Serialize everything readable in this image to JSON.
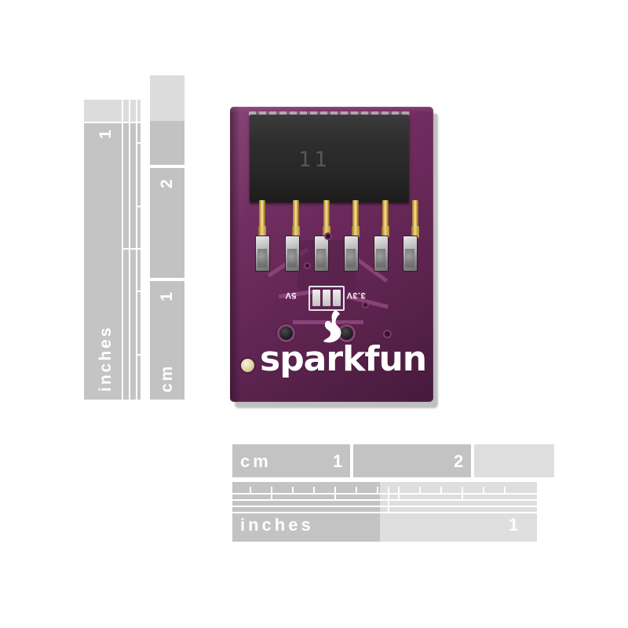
{
  "scene": {
    "background_color": "#ffffff",
    "subject": "SparkFun purple PCB breakout board photographed on white background with scale rulers"
  },
  "vertical_ruler": {
    "name": "vertical-scale-ruler",
    "orientation": "vertical",
    "colors": {
      "light": "#dcdcdc",
      "mid": "#c4c4c4",
      "tick": "#ffffff"
    },
    "inches_scale": {
      "unit_label": "inches",
      "marks": [
        "1"
      ]
    },
    "cm_scale": {
      "unit_label": "cm",
      "marks": [
        "1",
        "2"
      ]
    }
  },
  "horizontal_ruler": {
    "name": "horizontal-scale-ruler",
    "orientation": "horizontal",
    "colors": {
      "light": "#dedede",
      "mid": "#c3c3c3",
      "tick": "#ffffff"
    },
    "cm_scale": {
      "unit_label": "cm",
      "marks": [
        "1",
        "2"
      ]
    },
    "inches_scale": {
      "unit_label": "inches",
      "marks": [
        "1"
      ]
    }
  },
  "pcb": {
    "name": "sparkfun-breakout-board",
    "solder_mask_color": "#6d2a5d",
    "silkscreen_color": "#ffffff",
    "brand_wordmark": "sparkfun",
    "logo_icon": "sparkfun-flame-icon",
    "connector": {
      "name": "female-header-6pin",
      "body_color": "#262626",
      "marking": "11",
      "pin_count": 6,
      "pin_color": "#e8c767"
    },
    "voltage_jumper": {
      "name": "voltage-select-jumper",
      "left_label": "5V",
      "right_label": "3.3V",
      "pad_count": 3
    },
    "through_holes": {
      "plated_count": 2,
      "gold_pad_count": 1,
      "via_count": 4
    }
  }
}
